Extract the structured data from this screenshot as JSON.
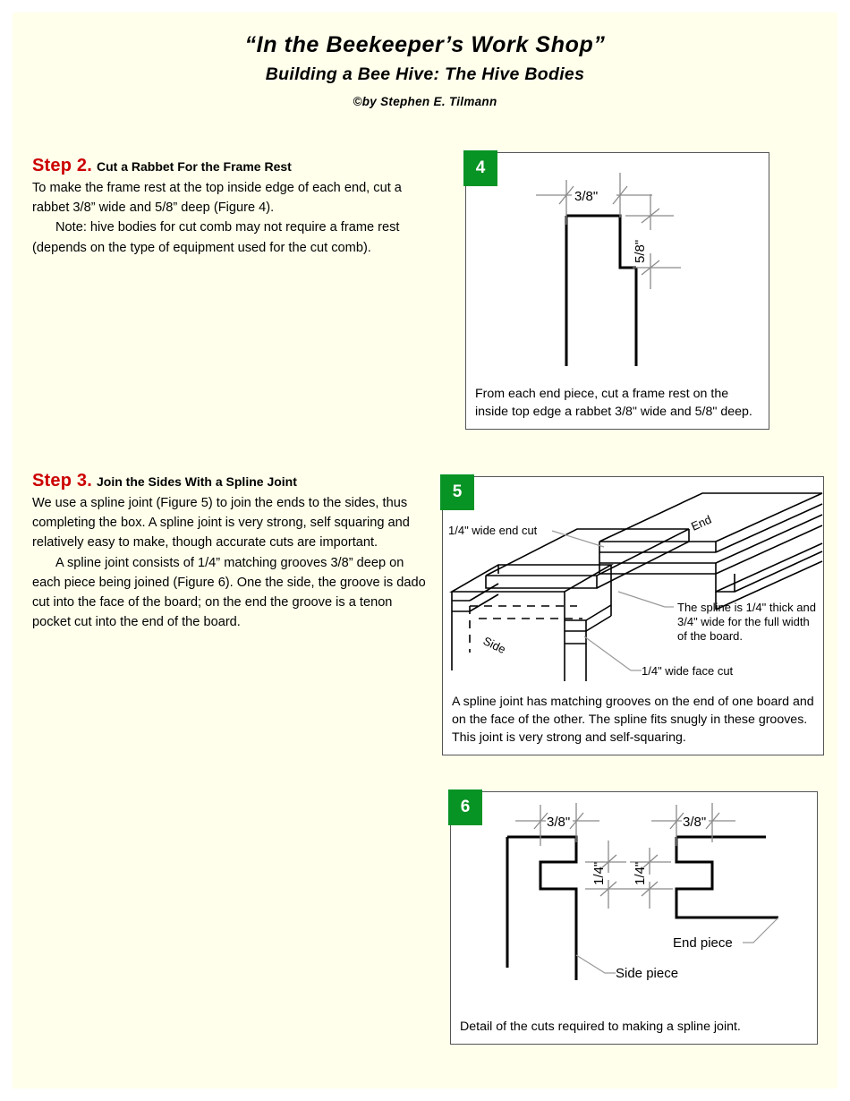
{
  "header": {
    "title": "“In the Beekeeper’s Work Shop”",
    "subtitle": "Building a Bee Hive: The Hive Bodies",
    "byline": "©by Stephen E. Tilmann"
  },
  "steps": [
    {
      "label": "Step 2.",
      "title": "Cut a Rabbet For the Frame Rest",
      "paragraph1": "To make the frame rest at the top inside edge of each end, cut a rabbet 3/8” wide and 5/8” deep (Figure 4).",
      "paragraph2": "Note: hive bodies for cut comb may not require a frame rest (depends on the type of equipment used for the cut comb)."
    },
    {
      "label": "Step 3.",
      "title": "Join the Sides With a Spline Joint",
      "paragraph1": "We use a spline joint (Figure 5) to join the ends to the sides, thus completing the box.  A spline joint is very strong, self squaring and relatively easy to make, though accurate cuts are important.",
      "paragraph2": "A spline joint consists of 1/4” matching grooves 3/8” deep on each piece being joined (Figure 6).  One the side, the groove is dado cut into the face of the board; on the end the groove is a tenon pocket cut into the end of the board."
    }
  ],
  "figures": [
    {
      "number": "4",
      "caption": "From each end piece, cut a frame rest on the inside top edge a rabbet 3/8\" wide and 5/8\" deep.",
      "dimensions": {
        "width_label": "3/8\"",
        "depth_label": "5/8\""
      }
    },
    {
      "number": "5",
      "caption": "A spline joint has matching grooves on the end of one board and on the face of the other.  The spline fits snugly in these grooves.  This joint is very strong and self-squaring.",
      "annotations": {
        "end_cut": "1/4\" wide end cut",
        "end_label": "End",
        "side_label": "Side",
        "spline_note_line1": "The spline is 1/4\" thick and",
        "spline_note_line2": "3/4\" wide for the full width",
        "spline_note_line3": "of the board.",
        "face_cut": "1/4\" wide face cut"
      }
    },
    {
      "number": "6",
      "caption": "Detail of the cuts required to making a spline joint.",
      "annotations": {
        "side_dim_width": "3/8\"",
        "side_dim_height": "1/4\"",
        "end_dim_width": "3/8\"",
        "end_dim_height": "1/4\"",
        "side_piece": "Side piece",
        "end_piece": "End piece"
      }
    }
  ],
  "colors": {
    "page_background": "#ffffec",
    "badge_green": "#089325",
    "step_red": "#cc0000",
    "ink": "#000000"
  }
}
